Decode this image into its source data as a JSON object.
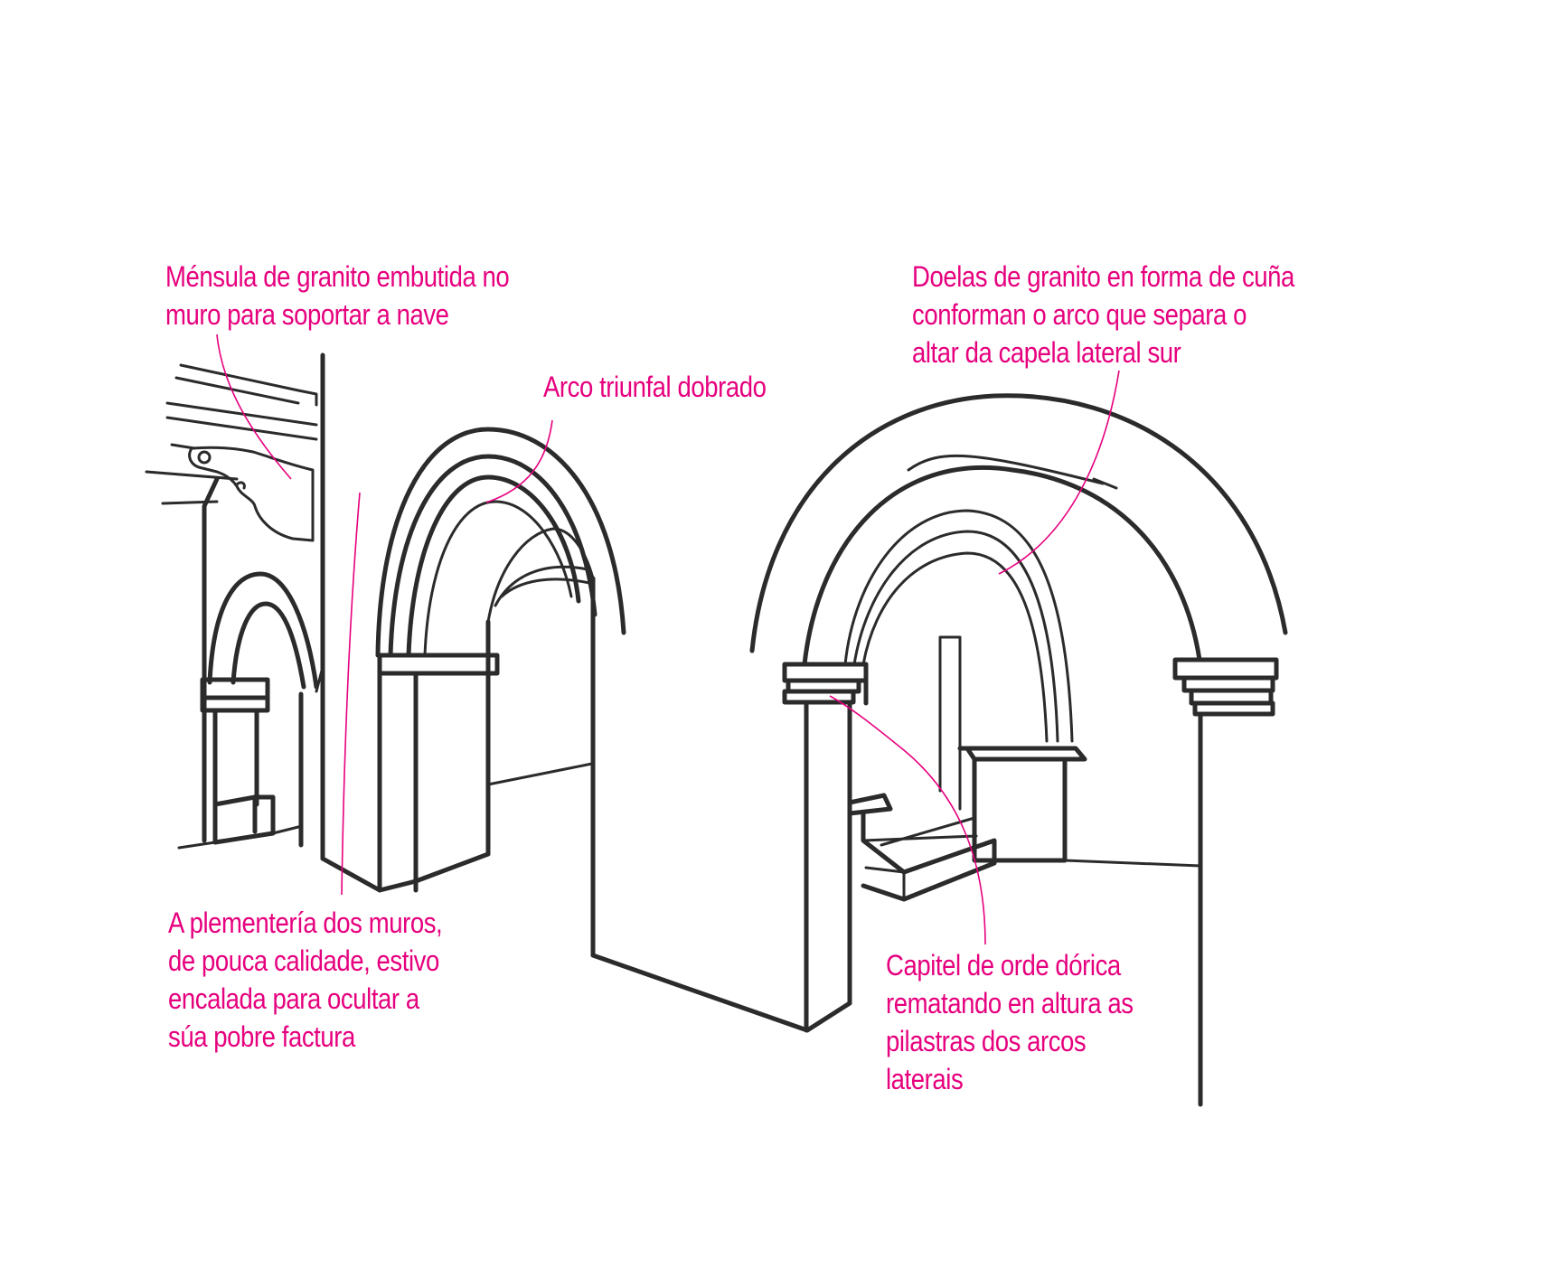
{
  "annotations": {
    "mensula": {
      "lines": [
        "Ménsula de granito embutida no",
        "muro para soportar a nave"
      ],
      "color": "#e6007e"
    },
    "arco_triunfal": {
      "lines": [
        "Arco triunfal dobrado"
      ],
      "color": "#e6007e"
    },
    "doelas": {
      "lines": [
        "Doelas de granito en forma de cuña",
        "conforman o arco que separa o",
        "altar da capela lateral sur"
      ],
      "color": "#e6007e"
    },
    "plementeria": {
      "lines": [
        "A plementería dos muros,",
        "de pouca calidade, estivo",
        "encalada para ocultar a",
        "súa pobre factura"
      ],
      "color": "#e6007e"
    },
    "capitel": {
      "lines": [
        "Capitel de orde dórica",
        "rematando en altura as",
        "pilastras dos arcos",
        "laterais"
      ],
      "color": "#e6007e"
    }
  },
  "colors": {
    "ink": "#2b2b2b",
    "annotation": "#e6007e",
    "background": "#ffffff"
  }
}
